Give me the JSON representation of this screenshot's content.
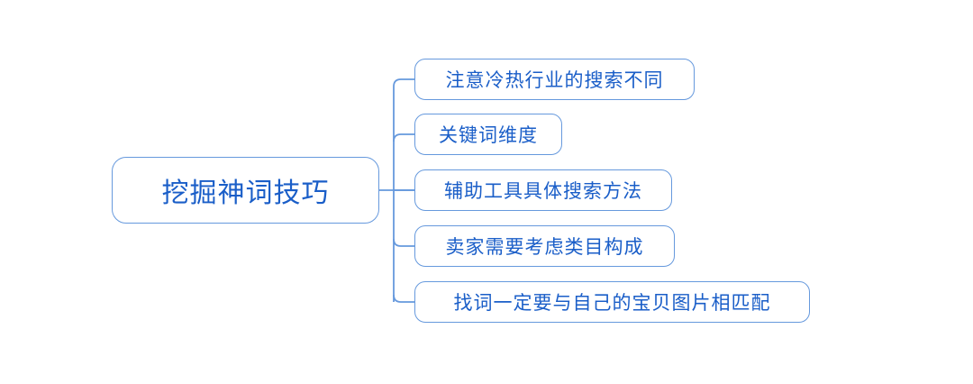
{
  "diagram": {
    "type": "mind-map",
    "orientation": "left-to-right",
    "background_color": "#ffffff",
    "node_border_color": "#6699dd",
    "node_text_color": "#1a5ec8",
    "connector_color": "#6699dd",
    "root": {
      "label": "挖掘神词技巧"
    },
    "branches": [
      {
        "label": "注意冷热行业的搜索不同"
      },
      {
        "label": "关键词维度"
      },
      {
        "label": "辅助工具具体搜索方法"
      },
      {
        "label": "卖家需要考虑类目构成"
      },
      {
        "label": "找词一定要与自己的宝贝图片相匹配"
      }
    ]
  }
}
